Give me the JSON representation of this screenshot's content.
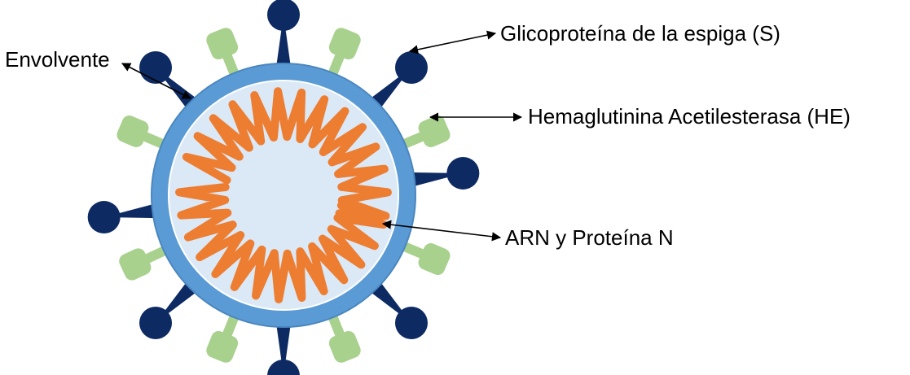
{
  "labels": {
    "envelope": "Envolvente",
    "spike": "Glicoproteína de la espiga (S)",
    "he": "Hemaglutinina Acetilesterasa (HE)",
    "rna": "ARN y Proteína N"
  },
  "colors": {
    "envelope_ring": "#5b9bd5",
    "envelope_edge": "#4a86c0",
    "interior": "#dbe8f6",
    "spike_protein": "#0d2a63",
    "he_protein": "#a9d18e",
    "rna": "#ed7d31",
    "arrow": "#000000"
  },
  "icons": {
    "spike": "spike-glycoprotein-icon",
    "he": "hemagglutinin-esterase-icon",
    "rna": "rna-coil-icon"
  }
}
